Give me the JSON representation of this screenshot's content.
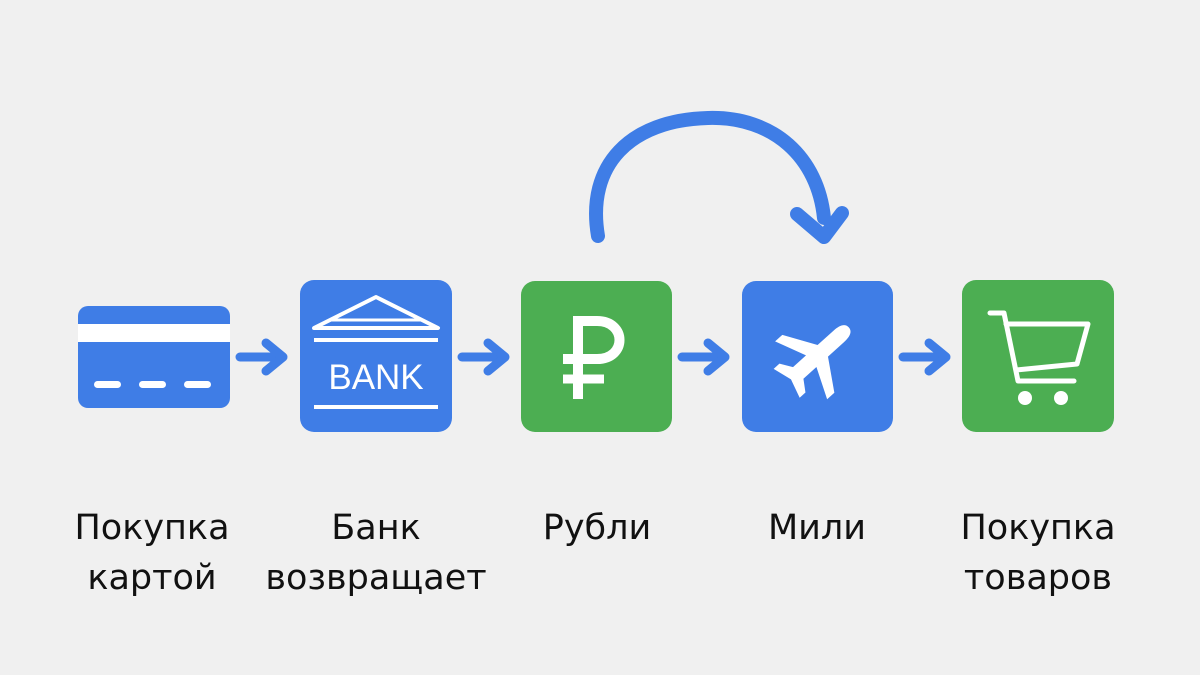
{
  "colors": {
    "background": "#f0f0f0",
    "blue": "#3f7de6",
    "green": "#4cae52",
    "white": "#ffffff",
    "text": "#111111"
  },
  "steps": [
    {
      "icon": "credit-card-icon",
      "color": "blue",
      "label_line1": "Покупка",
      "label_line2": "картой"
    },
    {
      "icon": "bank-icon",
      "color": "blue",
      "icon_text": "BANK",
      "label_line1": "Банк",
      "label_line2": "возвращает"
    },
    {
      "icon": "ruble-icon",
      "color": "green",
      "label_line1": "Рубли",
      "label_line2": ""
    },
    {
      "icon": "airplane-icon",
      "color": "blue",
      "label_line1": "Мили",
      "label_line2": ""
    },
    {
      "icon": "shopping-cart-icon",
      "color": "green",
      "label_line1": "Покупка",
      "label_line2": "товаров"
    }
  ],
  "connectors": [
    {
      "from": 0,
      "to": 1,
      "style": "straight-arrow"
    },
    {
      "from": 1,
      "to": 2,
      "style": "straight-arrow"
    },
    {
      "from": 2,
      "to": 3,
      "style": "straight-arrow"
    },
    {
      "from": 3,
      "to": 4,
      "style": "straight-arrow"
    },
    {
      "from": 2,
      "to": 3,
      "style": "curved-arrow"
    }
  ]
}
